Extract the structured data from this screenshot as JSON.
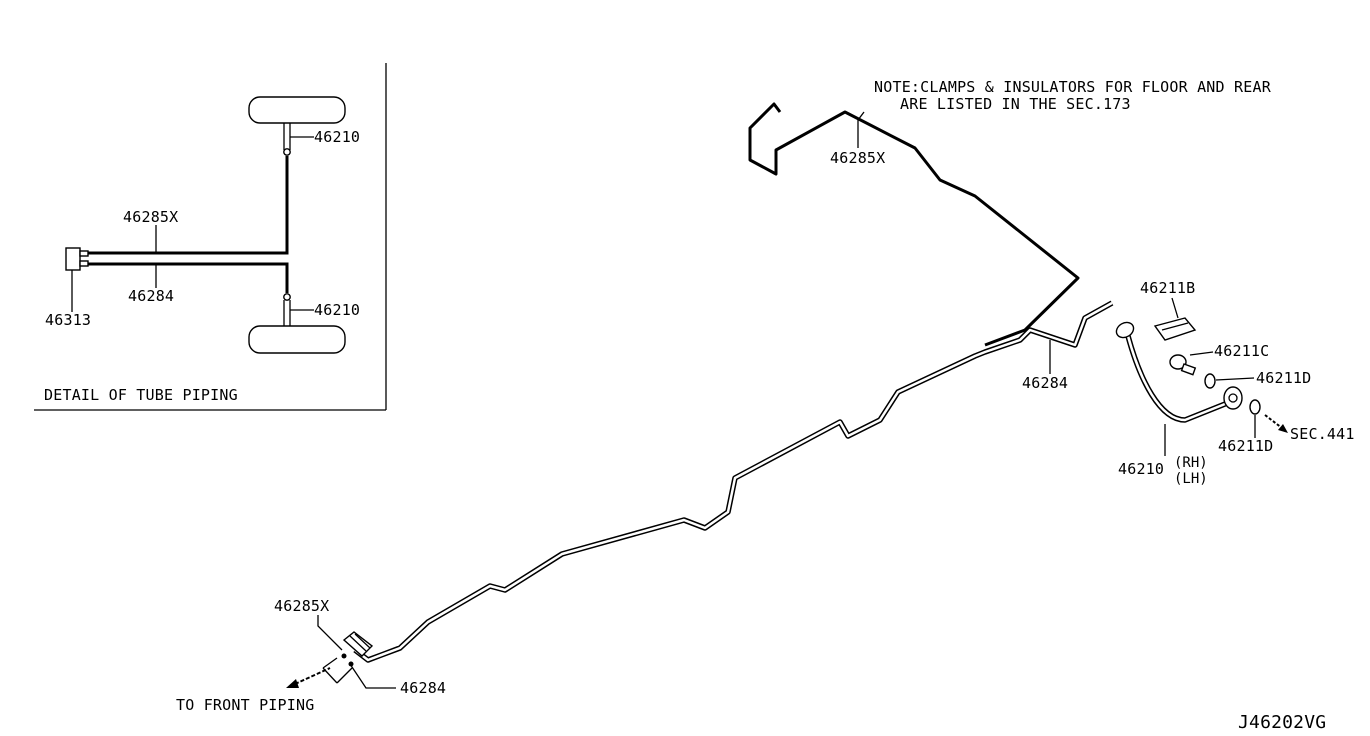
{
  "note": {
    "line1": "NOTE:CLAMPS & INSULATORS FOR FLOOR AND REAR",
    "line2": "ARE LISTED IN THE SEC.173"
  },
  "detail": {
    "title": "DETAIL OF TUBE PIPING",
    "labels": {
      "hose_upper": "46210",
      "hose_lower": "46210",
      "tube_upper": "46285X",
      "tube_lower": "46284",
      "valve": "46313"
    }
  },
  "main": {
    "labels": {
      "tube_rear_upper": "46285X",
      "tube_rear_lower": "46284",
      "clip": "46211B",
      "bolt": "46211C",
      "washer_upper": "46211D",
      "washer_lower": "46211D",
      "hose": "46210",
      "hose_rh": "(RH)",
      "hose_lh": "(LH)",
      "sec_ref": "SEC.441",
      "tube_front_upper": "46285X",
      "tube_front_lower": "46284",
      "front_piping": "TO FRONT PIPING"
    }
  },
  "diagram_code": "J46202VG"
}
